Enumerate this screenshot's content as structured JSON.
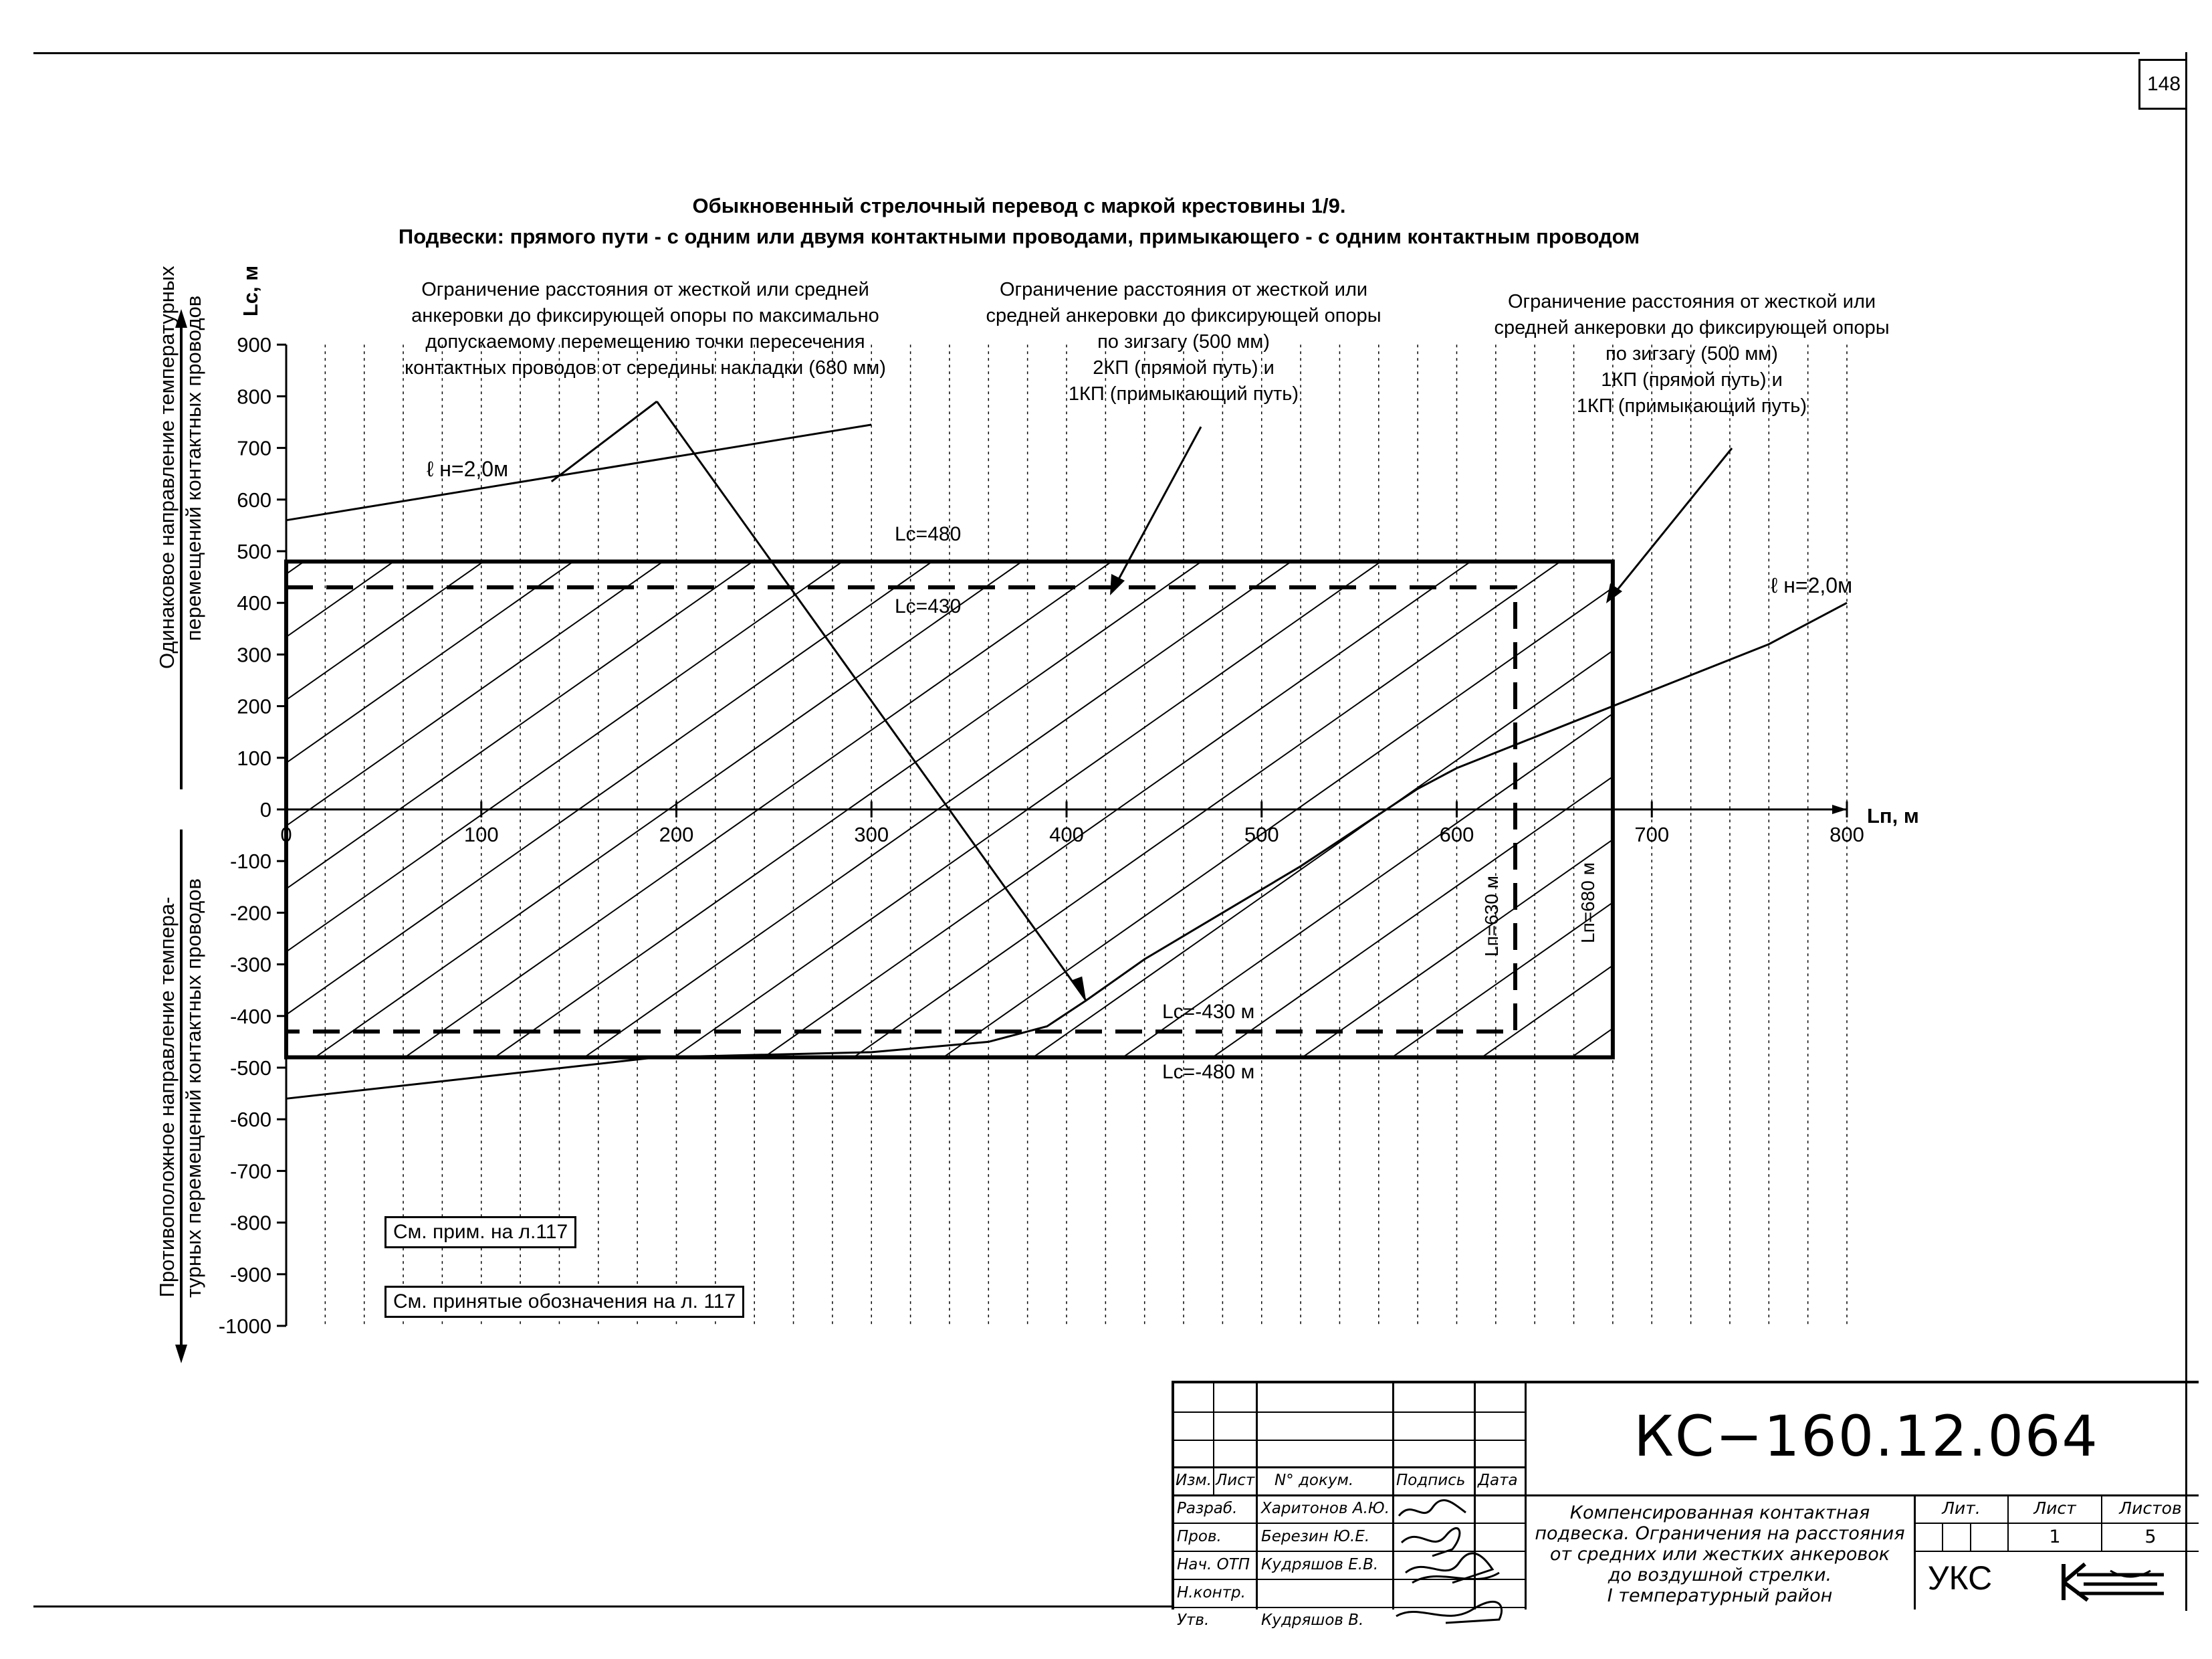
{
  "page_number": "148",
  "title_line1": "Обыкновенный стрелочный перевод с маркой крестовины 1/9.",
  "title_line2": "Подвески: прямого пути - с одним или двумя контактными проводами, примыкающего - с одним контактным проводом",
  "y_axis_title": "Lс, м",
  "x_axis_title": "Lп, м",
  "y_upper_label_line1": "Одинаковое направление температурных",
  "y_upper_label_line2": "перемещений контактных проводов",
  "y_lower_label_line1": "Противоположное направление темпера-",
  "y_lower_label_line2": "турных перемещений контактных проводов",
  "note1": [
    "Ограничение расстояния от жесткой или средней",
    "анкеровки до фиксирующей опоры по максимально",
    "допускаемому перемещению точки пересечения",
    "контактных проводов от середины накладки (680 мм)"
  ],
  "note2": [
    "Ограничение расстояния от жесткой или",
    "средней анкеровки до фиксирующей опоры",
    "по зигзагу (500 мм)",
    "2КП (прямой путь) и",
    "1КП (примыкающий путь)"
  ],
  "note3": [
    "Ограничение расстояния от жесткой или",
    "средней анкеровки до фиксирующей опоры",
    "по зигзагу (500 мм)",
    "1КП (прямой путь) и",
    "1КП (примыкающий путь)"
  ],
  "ref1": "См. прим. на л.117",
  "ref2": "См. принятые обозначения на л. 117",
  "chart_labels": {
    "lc480": "Lc=480",
    "lc430": "Lc=430",
    "lcm430": "Lc=-430 м",
    "lcm480": "Lc=-480 м",
    "ln630": "Lп=630 м",
    "ln680": "Lп=680 м",
    "ln_left": "ℓ н=2,0м",
    "ln_right": "ℓ н=2,0м"
  },
  "chart_data": {
    "type": "line",
    "xlabel": "Lп, м",
    "ylabel": "Lс, м",
    "xlim": [
      0,
      800
    ],
    "ylim": [
      -1000,
      900
    ],
    "x_ticks": [
      0,
      100,
      200,
      300,
      400,
      500,
      600,
      700,
      800
    ],
    "y_ticks": [
      900,
      800,
      700,
      600,
      500,
      400,
      300,
      200,
      100,
      0,
      -100,
      -200,
      -300,
      -400,
      -500,
      -600,
      -700,
      -800,
      -900,
      -1000
    ],
    "boundary_rect": {
      "x": [
        0,
        680
      ],
      "y": [
        -480,
        480
      ]
    },
    "dashed_rect": {
      "x": [
        0,
        630
      ],
      "y": [
        -430,
        430
      ]
    },
    "series": [
      {
        "name": "ℓ н=2,0м",
        "x": [
          0,
          300
        ],
        "y": [
          560,
          745
        ]
      },
      {
        "name": "ℓ н=2,0м",
        "x": [
          0,
          190,
          300,
          360,
          390,
          410,
          440,
          480,
          520,
          560,
          580,
          600,
          640,
          700,
          760,
          800
        ],
        "y": [
          -560,
          -480,
          -470,
          -450,
          -420,
          -370,
          -290,
          -200,
          -110,
          -10,
          40,
          80,
          140,
          230,
          320,
          400
        ]
      },
      {
        "name": "",
        "x": [
          190,
          410
        ],
        "y": [
          790,
          -370
        ]
      }
    ],
    "grid": true
  },
  "stamp": {
    "code": "КС−160.12.064",
    "hdr_izm": "Изм.",
    "hdr_list": "Лист",
    "hdr_doc": "N° докум.",
    "hdr_sign": "Подпись",
    "hdr_date": "Дата",
    "role1": "Разраб.",
    "role2": "Пров.",
    "role3": "Нач. ОТП",
    "role4": "Н.контр.",
    "role5": "Утв.",
    "name1": "Харитонов А.Ю.",
    "name2": "Березин Ю.Е.",
    "name3": "Кудряшов Е.В.",
    "name5": "Кудряшов В.",
    "desc": [
      "Компенсированная контактная",
      "подвеска. Ограничения на расстояния",
      "от средних или жестких анкеровок",
      "до воздушной стрелки.",
      "I температурный район"
    ],
    "lit": "Лит.",
    "list": "Лист",
    "listov": "Листов",
    "list_val": "1",
    "listov_val": "5",
    "org": "УКС"
  }
}
